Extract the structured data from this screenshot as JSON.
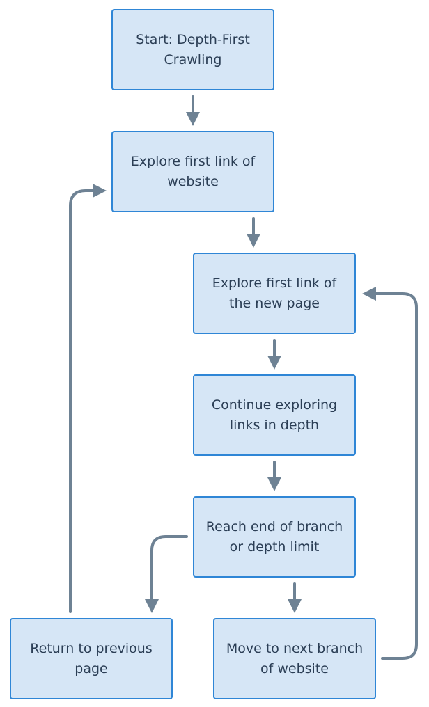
{
  "diagram": {
    "nodes": {
      "start": {
        "line1": "Start: Depth-First",
        "line2": "Crawling"
      },
      "explore_first_link_website": {
        "line1": "Explore first link of",
        "line2": "website"
      },
      "explore_first_link_new_page": {
        "line1": "Explore first link of",
        "line2": "the new page"
      },
      "continue_exploring": {
        "line1": "Continue exploring",
        "line2": "links in depth"
      },
      "reach_end": {
        "line1": "Reach end of branch",
        "line2": "or depth limit"
      },
      "return_previous": {
        "line1": "Return to previous",
        "line2": "page"
      },
      "move_next_branch": {
        "line1": "Move to next branch",
        "line2": "of website"
      }
    },
    "edges": [
      {
        "from": "start",
        "to": "explore_first_link_website"
      },
      {
        "from": "explore_first_link_website",
        "to": "explore_first_link_new_page"
      },
      {
        "from": "explore_first_link_new_page",
        "to": "continue_exploring"
      },
      {
        "from": "continue_exploring",
        "to": "reach_end"
      },
      {
        "from": "reach_end",
        "to": "return_previous"
      },
      {
        "from": "reach_end",
        "to": "move_next_branch"
      },
      {
        "from": "return_previous",
        "to": "explore_first_link_website"
      },
      {
        "from": "move_next_branch",
        "to": "explore_first_link_new_page"
      }
    ],
    "colors": {
      "node_fill": "#d6e6f6",
      "node_border": "#2f86d6",
      "node_text": "#2b3e55",
      "edge": "#6e8294"
    }
  }
}
